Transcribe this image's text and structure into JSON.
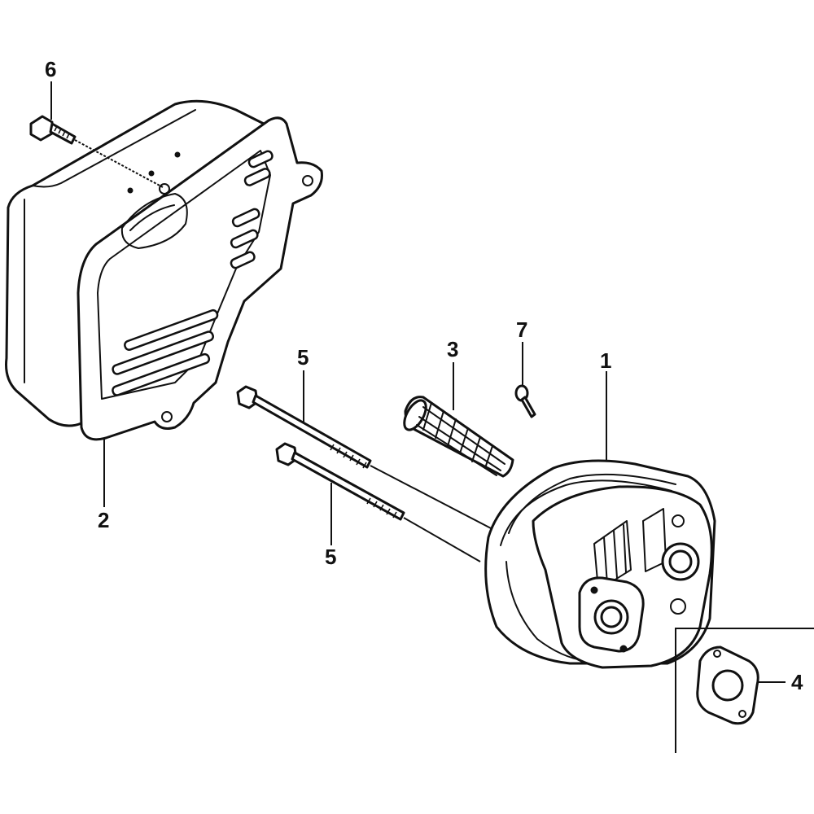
{
  "callouts": {
    "muffler": "1",
    "protector": "2",
    "spark_arrester": "3",
    "gasket": "4",
    "stud_bolt_upper": "5",
    "stud_bolt_lower": "5",
    "flange_bolt": "6",
    "tapping_screw": "7"
  },
  "colors": {
    "line": "#111111",
    "background": "#ffffff"
  }
}
